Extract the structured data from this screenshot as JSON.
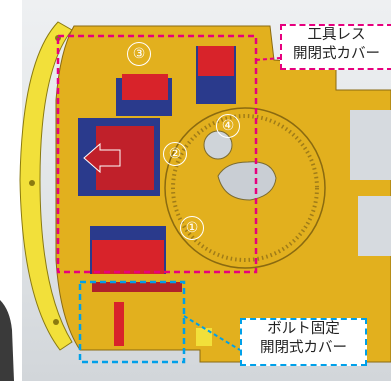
{
  "callouts": {
    "tool_free": {
      "line1": "工具レス",
      "line2": "開閉式カバー",
      "color": "#e6007e"
    },
    "bolt_fixed": {
      "line1": "ボルト固定",
      "line2": "開閉式カバー",
      "color": "#00a0e9"
    }
  },
  "markers": {
    "m1": "①",
    "m2": "②",
    "m3": "③",
    "m4": "④"
  },
  "colors": {
    "chassis": "#e2b01e",
    "bumper": "#f2e03a",
    "red_parts": "#d8232a",
    "blue_parts": "#2a3a8c"
  }
}
